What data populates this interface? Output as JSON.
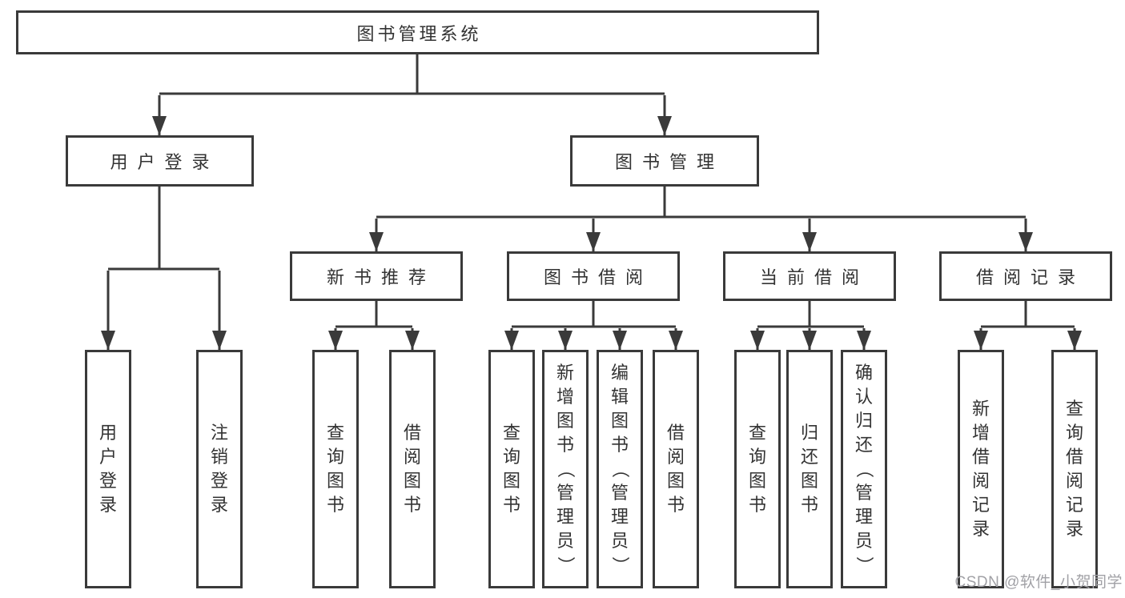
{
  "colors": {
    "line": "#3a3a3a",
    "text": "#333333",
    "background": "#ffffff",
    "watermark": "#a1a1a6"
  },
  "tree": {
    "root": {
      "label": "图书管理系统",
      "children": [
        {
          "label": "用户登录",
          "children": [
            {
              "label": "用户登录"
            },
            {
              "label": "注销登录"
            }
          ]
        },
        {
          "label": "图书管理",
          "children": [
            {
              "label": "新书推荐",
              "children": [
                {
                  "label": "查询图书"
                },
                {
                  "label": "借阅图书"
                }
              ]
            },
            {
              "label": "图书借阅",
              "children": [
                {
                  "label": "查询图书"
                },
                {
                  "label": "新增图书（管理员）"
                },
                {
                  "label": "编辑图书（管理员）"
                },
                {
                  "label": "借阅图书"
                }
              ]
            },
            {
              "label": "当前借阅",
              "children": [
                {
                  "label": "查询图书"
                },
                {
                  "label": "归还图书"
                },
                {
                  "label": "确认归还（管理员）"
                }
              ]
            },
            {
              "label": "借阅记录",
              "children": [
                {
                  "label": "新增借阅记录"
                },
                {
                  "label": "查询借阅记录"
                }
              ]
            }
          ]
        }
      ]
    }
  },
  "watermark": {
    "text": "CSDN @软件_小贺同学"
  }
}
